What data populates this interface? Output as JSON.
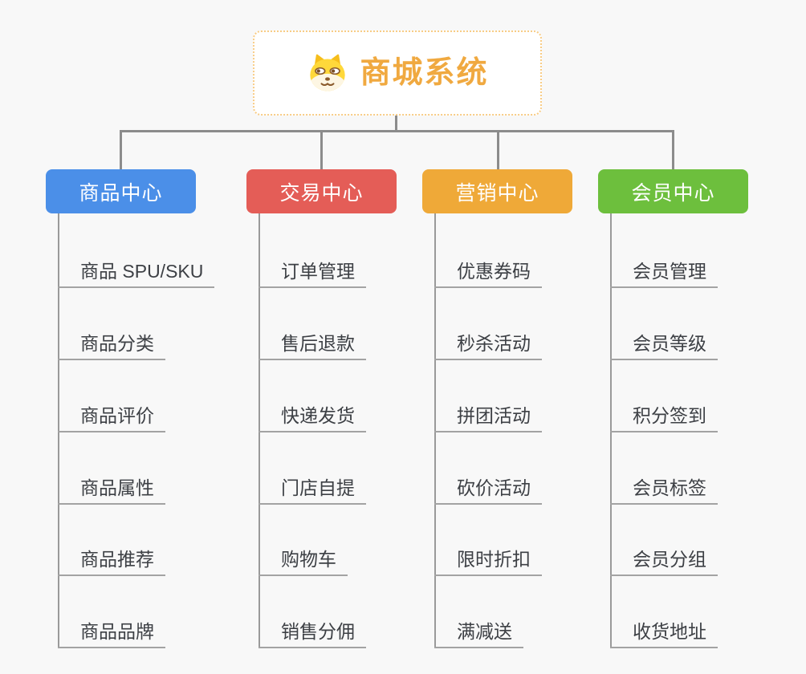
{
  "root": {
    "title": "商城系统",
    "icon": "doge-icon"
  },
  "colors": {
    "background": "#F8F8F8",
    "connector": "#8C8C8C",
    "trunk": "#9A9A9A",
    "leaf_line": "#A3A3A3",
    "leaf_text": "#3D4045",
    "root_border": "#F8CC85",
    "root_text": "#F0A940",
    "branch_text": "#FFFFFF"
  },
  "branches": [
    {
      "label": "商品中心",
      "color": "#4B8FE8",
      "items": [
        "商品 SPU/SKU",
        "商品分类",
        "商品评价",
        "商品属性",
        "商品推荐",
        "商品品牌"
      ]
    },
    {
      "label": "交易中心",
      "color": "#E45D57",
      "items": [
        "订单管理",
        "售后退款",
        "快递发货",
        "门店自提",
        "购物车",
        "销售分佣"
      ]
    },
    {
      "label": "营销中心",
      "color": "#EFA938",
      "items": [
        "优惠券码",
        "秒杀活动",
        "拼团活动",
        "砍价活动",
        "限时折扣",
        "满减送"
      ]
    },
    {
      "label": "会员中心",
      "color": "#6DBF3D",
      "items": [
        "会员管理",
        "会员等级",
        "积分签到",
        "会员标签",
        "会员分组",
        "收货地址"
      ]
    }
  ]
}
